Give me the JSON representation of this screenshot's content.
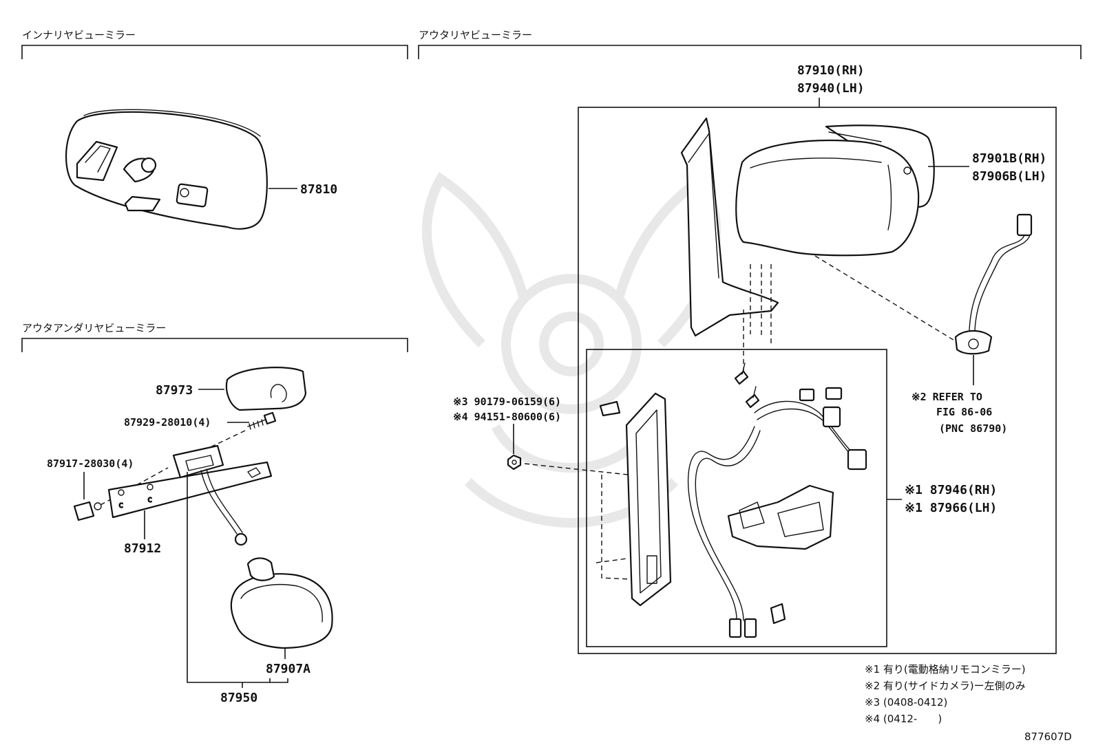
{
  "sections": {
    "inner": "インナリヤビューミラー",
    "outer": "アウタリヤビューミラー",
    "outer_under": "アウタアンダリヤビューミラー"
  },
  "parts": {
    "p87810": "87810",
    "p87910": "87910(RH)",
    "p87940": "87940(LH)",
    "p87901b": "87901B(RH)",
    "p87906b": "87906B(LH)",
    "p87946": "※1 87946(RH)",
    "p87966": "※1 87966(LH)",
    "p87973": "87973",
    "p87929": "87929-28010(4)",
    "p87917": "87917-28030(4)",
    "p87912": "87912",
    "p87907a": "87907A",
    "p87950": "87950",
    "p90179": "※3 90179-06159(6)",
    "p94151": "※4 94151-80600(6)"
  },
  "refer": {
    "line1": "※2 REFER TO",
    "line2": "FIG 86-06",
    "line3": "(PNC 86790)"
  },
  "notes": [
    "※1 有り(電動格納リモコンミラー)",
    "※2 有り(サイドカメラ)ー左側のみ",
    "※3 (0408-0412)",
    "※4 (0412-　　)"
  ],
  "figure_id": "877607D"
}
